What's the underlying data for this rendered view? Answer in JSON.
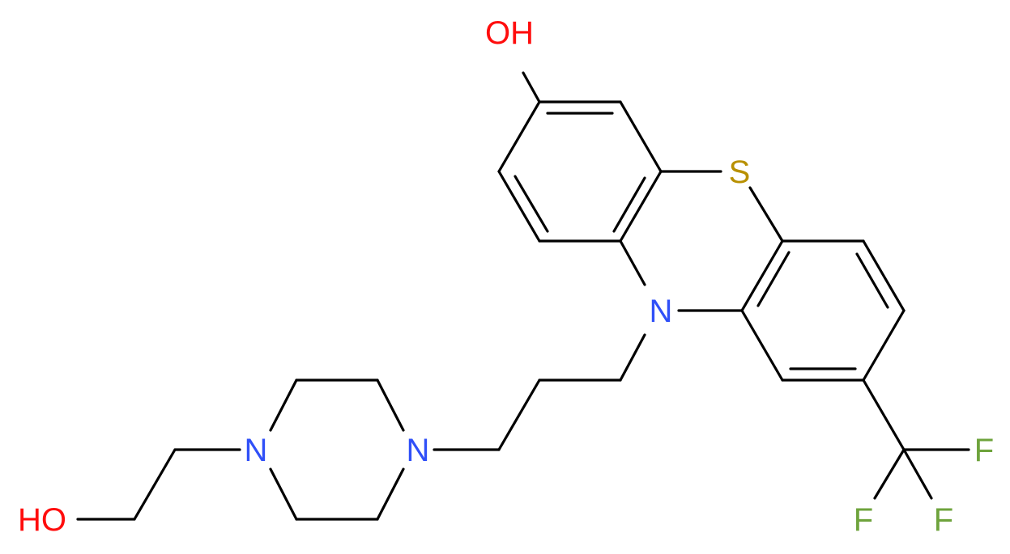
{
  "colors": {
    "bond": "#000000",
    "oxygen": "#ff0d0d",
    "nitrogen": "#3050f8",
    "sulfur": "#b89000",
    "fluorine": "#6ea33c",
    "background": "#ffffff"
  },
  "atoms": {
    "oh_top": "OH",
    "s_ring": "S",
    "n_ring": "N",
    "n_pip_right": "N",
    "n_pip_left": "N",
    "ho_chain": "HO",
    "f_right": "F",
    "f_bottom": "F",
    "f_left": "F"
  }
}
